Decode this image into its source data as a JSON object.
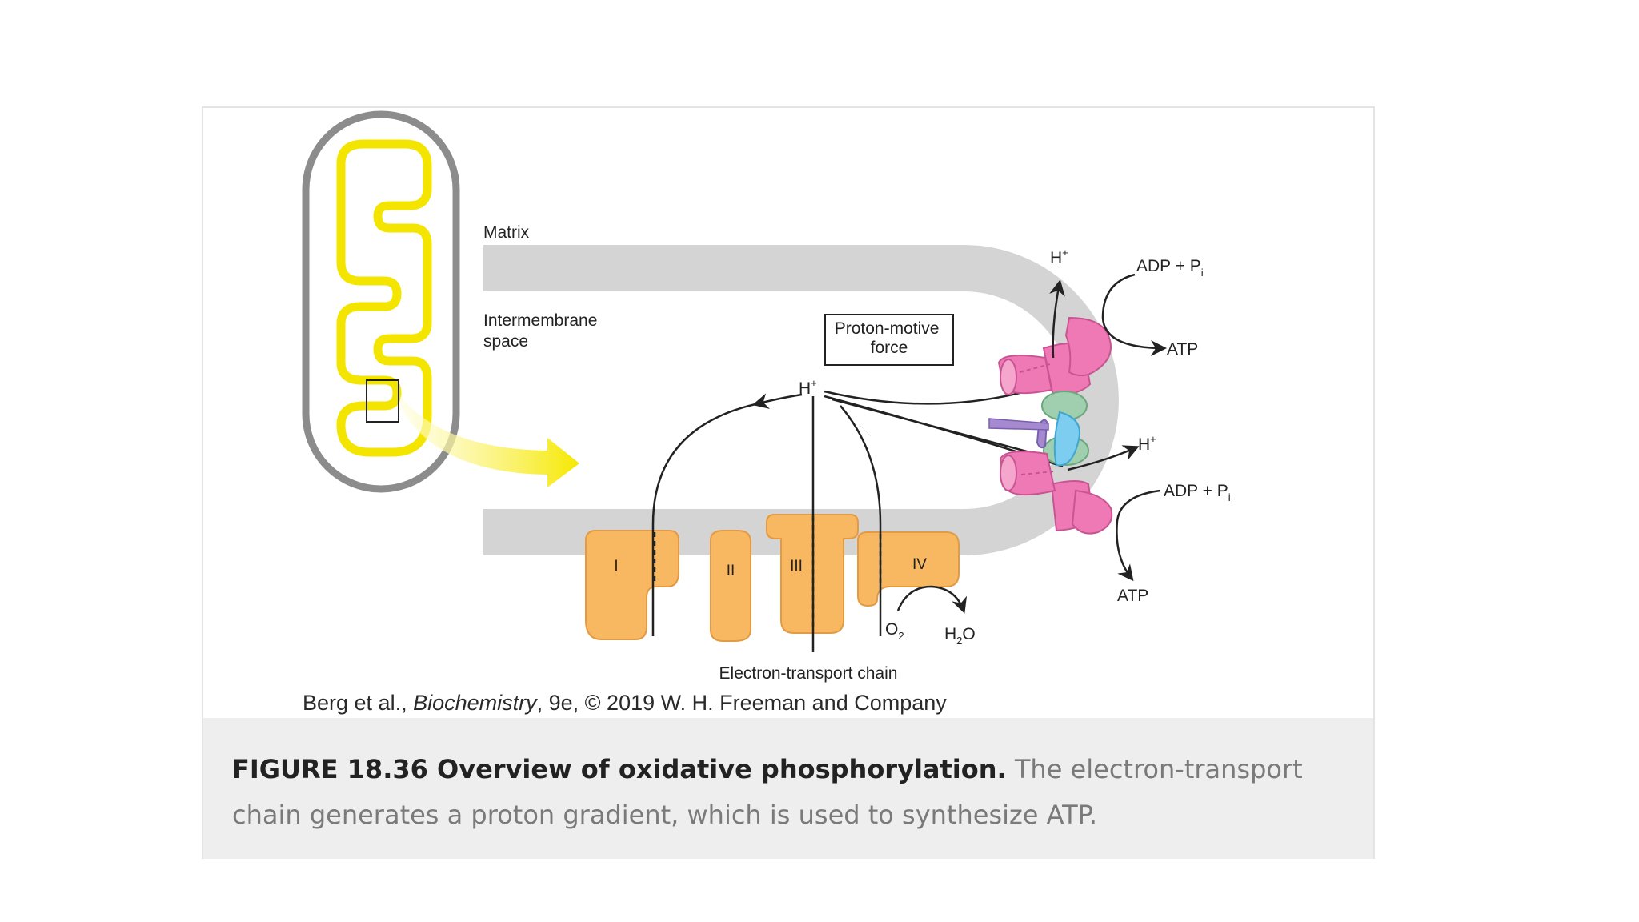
{
  "diagram": {
    "labels": {
      "matrix": "Matrix",
      "intermembrane_line1": "Intermembrane",
      "intermembrane_line2": "space",
      "pmf_line1": "Proton-motive",
      "pmf_line2": "force",
      "h_plus": "H",
      "plus_sign": "+",
      "h_top": "H",
      "h_mid": "H",
      "adp_top": "ADP + P",
      "adp_bottom": "ADP + P",
      "pi_sub": "i",
      "atp_top": "ATP",
      "atp_bottom": "ATP",
      "o2": "O",
      "o2_sub": "2",
      "h2o_h": "H",
      "h2o_sub": "2",
      "h2o_o": "O",
      "etc": "Electron-transport chain"
    },
    "complexes": [
      "I",
      "II",
      "III",
      "IV"
    ]
  },
  "credit": {
    "prefix": "Berg et al., ",
    "book": "Biochemistry",
    "suffix": ", 9e, © 2019 W. H. Freeman and Company"
  },
  "caption": {
    "title": "FIGURE 18.36 Overview of oxidative phosphorylation.",
    "text": " The electron-transport chain generates a proton gradient, which is used to synthesize ATP."
  },
  "colors": {
    "mito_outer": "#8c8c8c",
    "mito_inner": "#f4e500",
    "membrane": "#d4d4d4",
    "complex_fill": "#f7b861",
    "atp_synthase_pink": "#ee79b4",
    "stalk_green": "#9fcfae",
    "stalk_blue": "#7ccdf0",
    "stalk_purple": "#a68ad0",
    "caption_bg": "#eeeeee"
  }
}
